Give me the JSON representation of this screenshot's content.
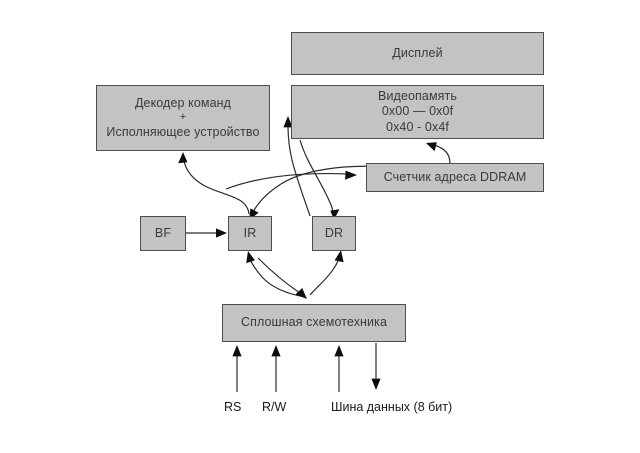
{
  "diagram": {
    "title_blocks": {
      "display": {
        "label": "Дисплей"
      },
      "video_memory": {
        "line1": "Видеопамять",
        "line2": "0x00 — 0x0f",
        "line3": "0x40 - 0x4f"
      },
      "decoder": {
        "line1": "Декодер команд",
        "line2": "+",
        "line3": "Исполняющее устройство"
      },
      "ddram_counter": {
        "label": "Счетчик адреса DDRAM"
      },
      "bf": {
        "label": "BF"
      },
      "ir": {
        "label": "IR"
      },
      "dr": {
        "label": "DR"
      },
      "analog": {
        "label": "Сплошная схемотехника"
      }
    },
    "port_labels": {
      "rs": "RS",
      "rw": "R/W",
      "data_bus": "Шина данных (8 бит)"
    },
    "colors": {
      "box_fill": "#c3c3c3",
      "box_border": "#4d4d4d",
      "wire": "#2b2b2b",
      "text": "#3a3a3a",
      "background": "#ffffff"
    }
  }
}
